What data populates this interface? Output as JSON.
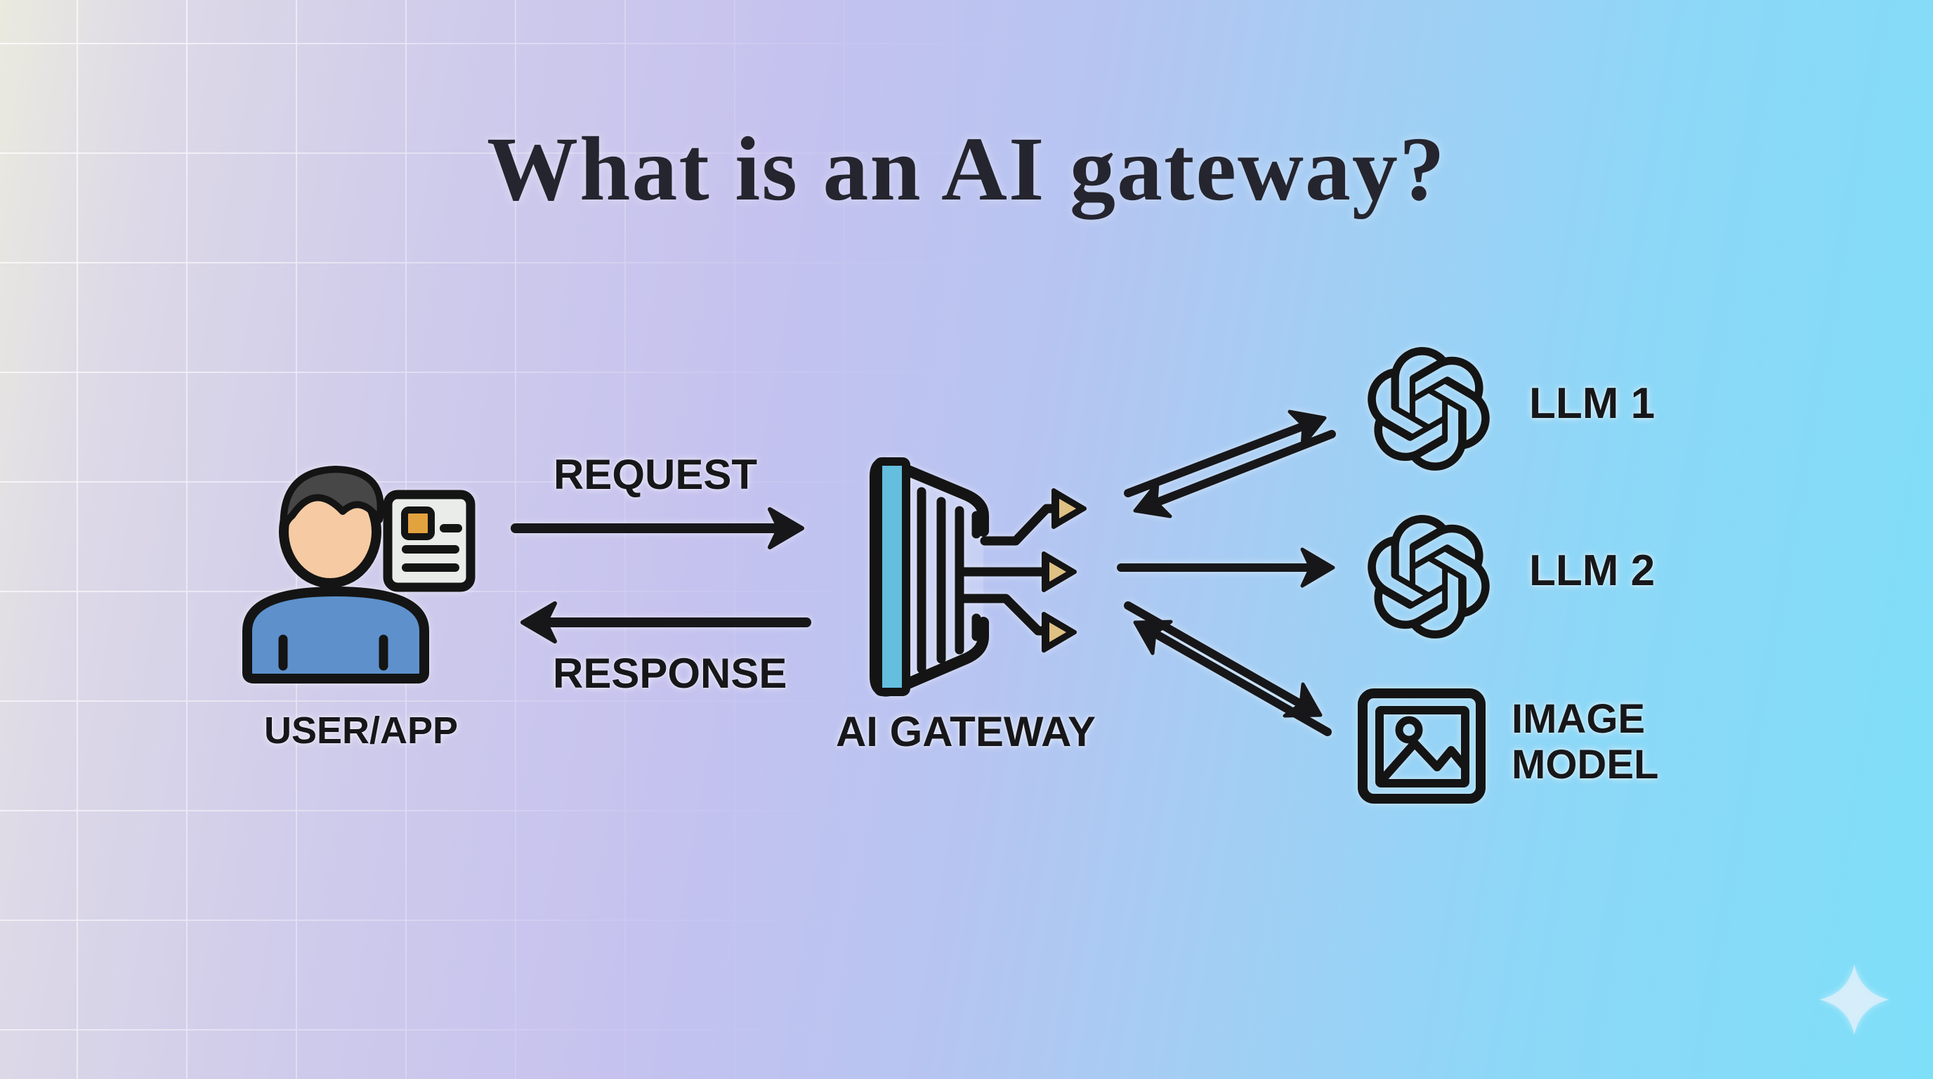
{
  "title": "What is an AI gateway?",
  "actors": {
    "user": {
      "label": "USER/APP"
    },
    "gateway": {
      "label": "AI GATEWAY"
    },
    "llm1": {
      "label": "LLM 1"
    },
    "llm2": {
      "label": "LLM 2"
    },
    "image_model": {
      "label_line1": "IMAGE",
      "label_line2": "MODEL"
    }
  },
  "flows": {
    "request": {
      "label": "REQUEST",
      "direction": "user-to-gateway"
    },
    "response": {
      "label": "RESPONSE",
      "direction": "gateway-to-user"
    }
  },
  "icons": {
    "user": "user-person-icon",
    "document": "document-icon",
    "gateway": "gateway-funnel-icon",
    "llm1": "openai-logo-icon",
    "llm2": "openai-logo-icon",
    "image_model": "image-picture-icon",
    "sparkle": "sparkle-icon"
  },
  "colors": {
    "background_left": "#eaeadf",
    "background_lavender": "#c5c2ef",
    "background_right": "#7edff9",
    "ink": "#17171a",
    "gateway_bar_cyan": "#64bede",
    "arrowhead_gold": "#e0c184",
    "skin": "#f6cba3",
    "hair": "#474747",
    "shirt": "#5e91cc",
    "document_fill": "#e9ece8",
    "document_accent_orange": "#e2a23e",
    "sparkle": "#d7edfa"
  }
}
